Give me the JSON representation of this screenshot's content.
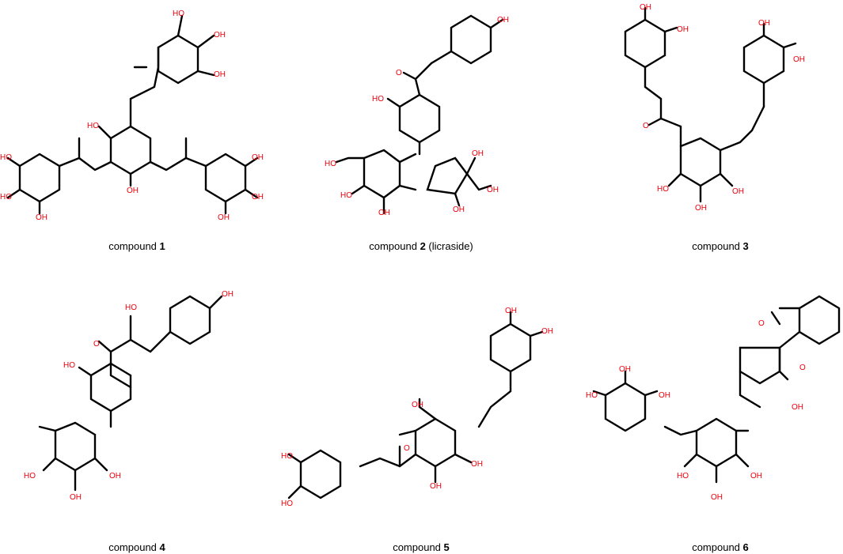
{
  "compounds": [
    {
      "caption_prefix": "compound",
      "number": "1",
      "suffix": ""
    },
    {
      "caption_prefix": "compound",
      "number": "2",
      "suffix": "  (licraside)"
    },
    {
      "caption_prefix": "compound",
      "number": "3",
      "suffix": ""
    },
    {
      "caption_prefix": "compound",
      "number": "4",
      "suffix": ""
    },
    {
      "caption_prefix": "compound",
      "number": "5",
      "suffix": ""
    },
    {
      "caption_prefix": "compound",
      "number": "6",
      "suffix": ""
    }
  ],
  "atom_labels": {
    "hydroxyl": "OH",
    "hydroxyl_left": "HO",
    "oxygen": "O"
  },
  "colors": {
    "bond": "#000000",
    "heteroatom": "#e8000b"
  }
}
